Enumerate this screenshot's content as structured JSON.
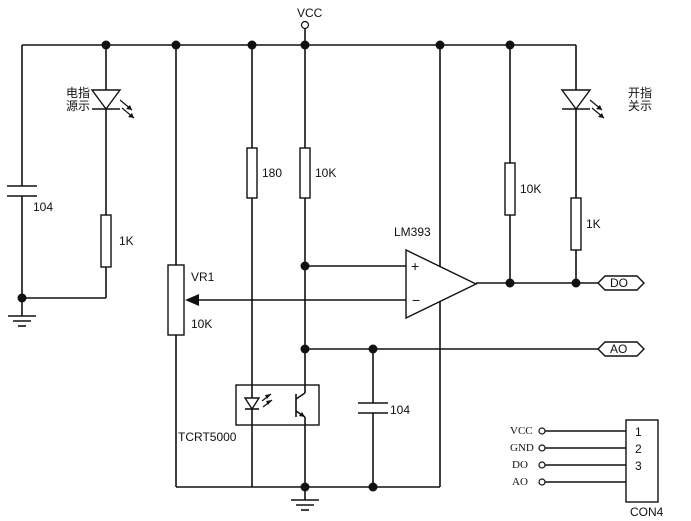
{
  "supply": {
    "label": "VCC"
  },
  "components": {
    "c1": {
      "value": "104"
    },
    "led_power": {
      "label_chars": [
        "电",
        "源",
        "指",
        "示"
      ]
    },
    "r_led_power": {
      "value": "1K"
    },
    "vr1": {
      "ref": "VR1",
      "value": "10K"
    },
    "r_ir": {
      "value": "180"
    },
    "r_pullup_sensor": {
      "value": "10K"
    },
    "comparator": {
      "ref": "LM393",
      "plus": "+",
      "minus": "−"
    },
    "r_pullup_out": {
      "value": "10K"
    },
    "led_switch": {
      "label_chars": [
        "开",
        "关",
        "指",
        "示"
      ]
    },
    "r_led_switch": {
      "value": "1K"
    },
    "c2": {
      "value": "104"
    },
    "sensor": {
      "ref": "TCRT5000"
    }
  },
  "ports": {
    "do": {
      "label": "DO"
    },
    "ao": {
      "label": "AO"
    }
  },
  "connector": {
    "ref": "CON4",
    "pins": [
      {
        "name": "VCC",
        "num": "1"
      },
      {
        "name": "GND",
        "num": "2"
      },
      {
        "name": "DO",
        "num": "3"
      },
      {
        "name": "AO",
        "num": ""
      }
    ]
  }
}
